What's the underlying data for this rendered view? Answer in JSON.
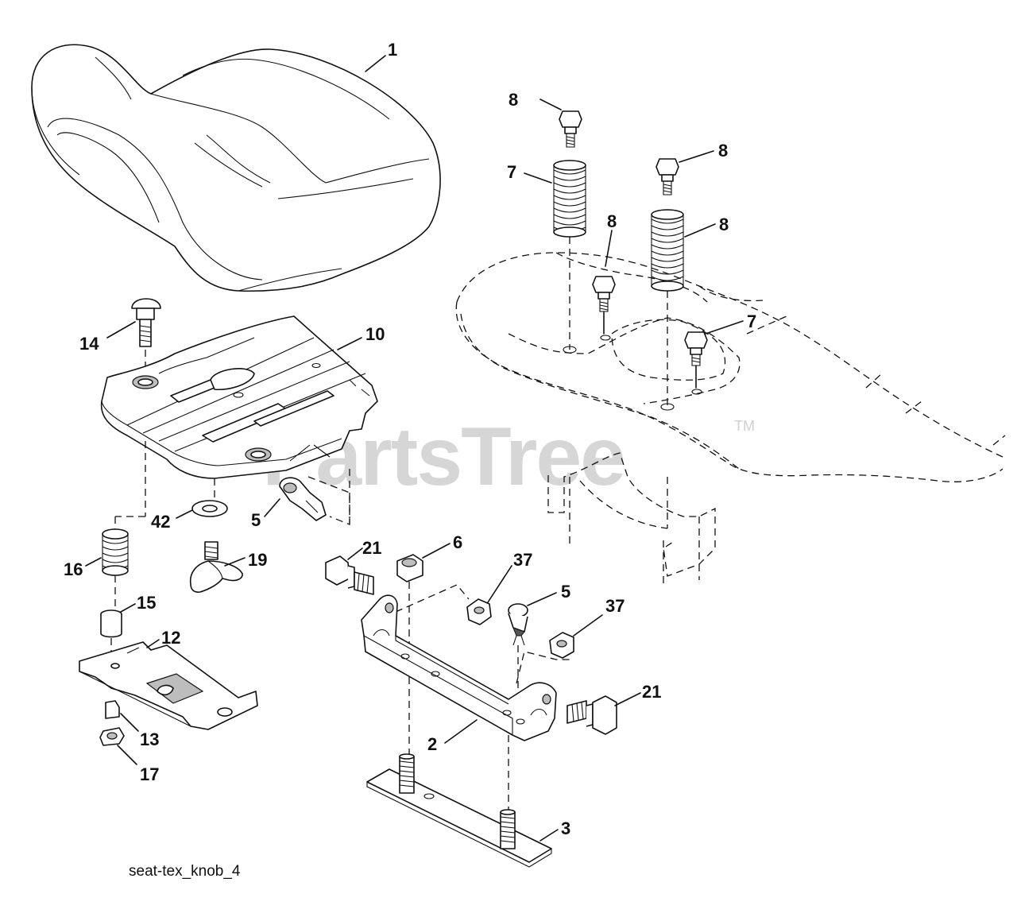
{
  "diagram_id": "seat-tex_knob_4",
  "watermark": {
    "text": "PartsTree",
    "trademark": "TM"
  },
  "callouts": [
    {
      "id": "c1",
      "text": "1"
    },
    {
      "id": "c8a",
      "text": "8"
    },
    {
      "id": "c7a",
      "text": "7"
    },
    {
      "id": "c8b",
      "text": "8"
    },
    {
      "id": "c8c",
      "text": "8"
    },
    {
      "id": "c7b",
      "text": "7"
    },
    {
      "id": "c8d",
      "text": "8"
    },
    {
      "id": "c14",
      "text": "14"
    },
    {
      "id": "c10",
      "text": "10"
    },
    {
      "id": "c42",
      "text": "42"
    },
    {
      "id": "c5a",
      "text": "5"
    },
    {
      "id": "c19",
      "text": "19"
    },
    {
      "id": "c16",
      "text": "16"
    },
    {
      "id": "c15",
      "text": "15"
    },
    {
      "id": "c12",
      "text": "12"
    },
    {
      "id": "c13",
      "text": "13"
    },
    {
      "id": "c17",
      "text": "17"
    },
    {
      "id": "c21a",
      "text": "21"
    },
    {
      "id": "c6",
      "text": "6"
    },
    {
      "id": "c37a",
      "text": "37"
    },
    {
      "id": "c5b",
      "text": "5"
    },
    {
      "id": "c37b",
      "text": "37"
    },
    {
      "id": "c21b",
      "text": "21"
    },
    {
      "id": "c2",
      "text": "2"
    },
    {
      "id": "c3",
      "text": "3"
    }
  ]
}
